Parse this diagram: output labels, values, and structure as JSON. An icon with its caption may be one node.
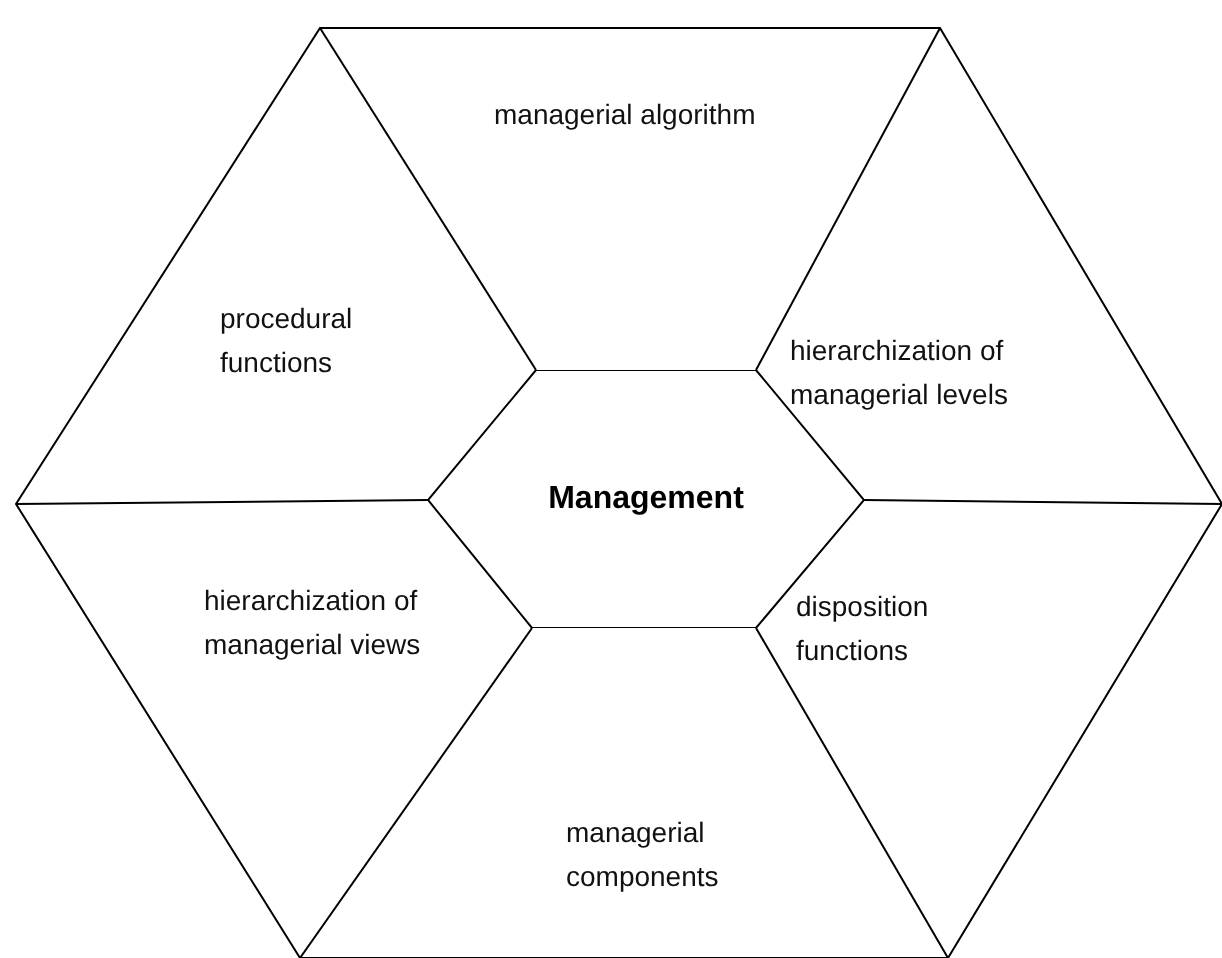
{
  "diagram": {
    "nodes": [
      {
        "text": [
          "Management"
        ]
      },
      {
        "text": [
          "managerial algorithm"
        ]
      },
      {
        "text": [
          "procedural functions"
        ]
      },
      {
        "text": [
          "hierarchization of managerial levels"
        ]
      },
      {
        "text": [
          "hierarchization of managerial views"
        ]
      },
      {
        "text": [
          "disposition functions"
        ]
      },
      {
        "text": [
          "managerial components"
        ]
      }
    ]
  }
}
